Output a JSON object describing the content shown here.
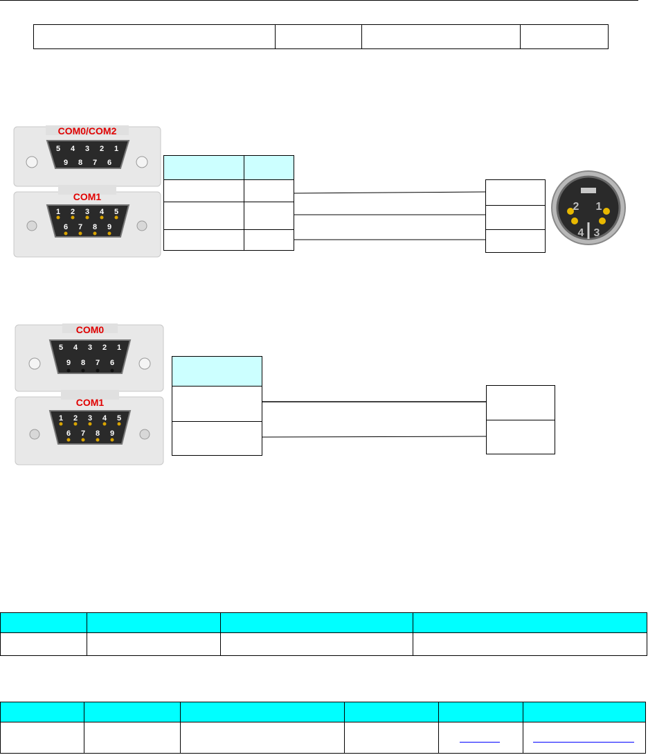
{
  "connectors": {
    "group1": {
      "top_label": "COM0/COM2",
      "top_pins_row1": [
        "5",
        "4",
        "3",
        "2",
        "1"
      ],
      "top_pins_row2": [
        "9",
        "8",
        "7",
        "6"
      ],
      "bottom_label": "COM1",
      "bottom_pins_row1": [
        "1",
        "2",
        "3",
        "4",
        "5"
      ],
      "bottom_pins_row2": [
        "6",
        "7",
        "8",
        "9"
      ]
    },
    "group2": {
      "top_label": "COM0",
      "top_pins_row1": [
        "5",
        "4",
        "3",
        "2",
        "1"
      ],
      "top_pins_row2": [
        "9",
        "8",
        "7",
        "6"
      ],
      "bottom_label": "COM1",
      "bottom_pins_row1": [
        "1",
        "2",
        "3",
        "4",
        "5"
      ],
      "bottom_pins_row2": [
        "6",
        "7",
        "8",
        "9"
      ]
    }
  },
  "mini_din": {
    "pins": [
      "2",
      "1",
      "4",
      "3"
    ]
  },
  "colors": {
    "connector_label": "#e00000",
    "header_cyan": "#00ffff",
    "panel_cyan": "#ccffff",
    "pin_gold": "#d9a400",
    "link_blue": "#0000ff"
  }
}
